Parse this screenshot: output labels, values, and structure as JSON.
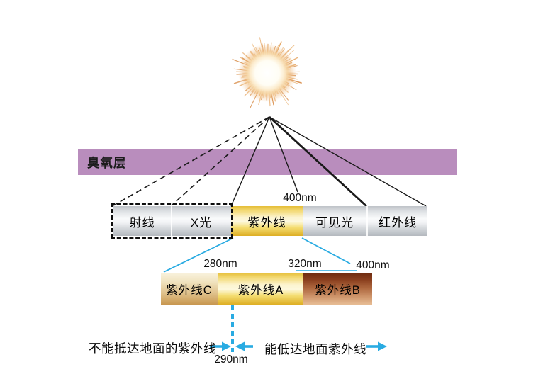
{
  "ozone": {
    "label": "臭氧层",
    "color": "#b98dbd"
  },
  "sun": {
    "name": "sun"
  },
  "top_bar": {
    "wavelength_label": "400nm",
    "segments": [
      {
        "label": "射线"
      },
      {
        "label": "X光"
      },
      {
        "label": "紫外线"
      },
      {
        "label": "可见光"
      },
      {
        "label": "红外线"
      }
    ]
  },
  "uv_bar": {
    "tick_labels": [
      "280nm",
      "320nm",
      "400nm"
    ],
    "segments": [
      {
        "label": "紫外线C"
      },
      {
        "label": "紫外线A"
      },
      {
        "label": "紫外线B"
      }
    ]
  },
  "annotations": {
    "left_text": "不能抵达地面的紫外线",
    "right_text": "能低达地面紫外线",
    "boundary_label": "290nm"
  },
  "colors": {
    "ozone_band": "#b98dbd",
    "accent_blue": "#29abe2",
    "uv_gold": "#eec73f",
    "uvc_tan": "#cfa360",
    "uvb_brown": "#7a3414",
    "metal_gray": "#c6cacd",
    "sun_orange": "#e2a160",
    "line_black": "#1a1a1a"
  }
}
